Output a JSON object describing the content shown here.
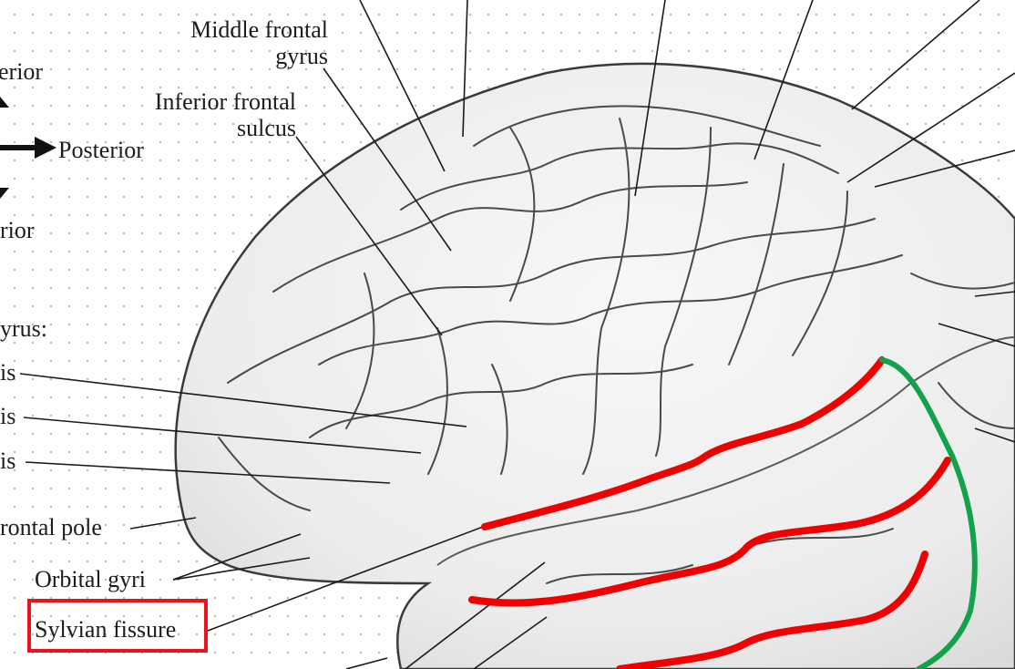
{
  "labels": {
    "middle_frontal_gyrus": [
      "Middle frontal",
      "gyrus"
    ],
    "inferior_frontal_sulcus": [
      "Inferior frontal",
      "sulcus"
    ],
    "orientation_superior_partial": "erior",
    "orientation_posterior": "Posterior",
    "orientation_inferior_partial": "rior",
    "inferior_frontal_gyrus_partial": "yrus:",
    "part_1_partial": "is",
    "part_2_partial": "is",
    "part_3_partial": "is",
    "frontal_pole": "rontal pole",
    "orbital_gyri": "Orbital gyri",
    "sylvian_fissure": "Sylvian fissure"
  },
  "highlight": {
    "box_color": "#e8141c",
    "red_trace_color": "#f00000",
    "green_trace_color": "#12a24a"
  }
}
